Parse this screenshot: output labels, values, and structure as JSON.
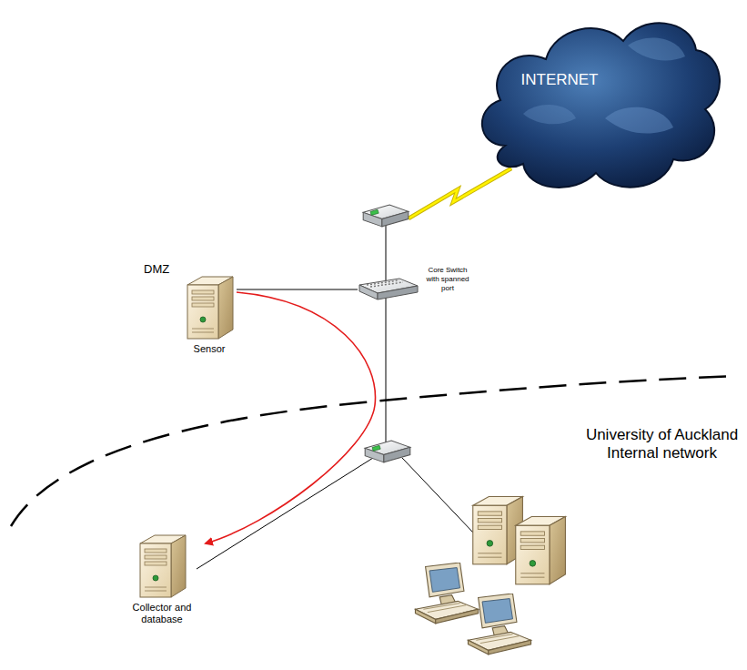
{
  "diagram": {
    "nodes": [
      {
        "text": [
          "INTERNET"
        ]
      },
      {
        "text": [
          "Sensor"
        ]
      },
      {
        "text": [
          "Core Switch with spanned port"
        ]
      },
      {
        "text": [
          "Collector and database"
        ]
      }
    ],
    "edges": [
      {
        "from": 1,
        "to": 2,
        "arrow": "none"
      },
      {
        "from": 1,
        "to": 3,
        "arrow": "to"
      }
    ],
    "labels": [
      "DMZ",
      "University of Auckland Internal network"
    ]
  }
}
